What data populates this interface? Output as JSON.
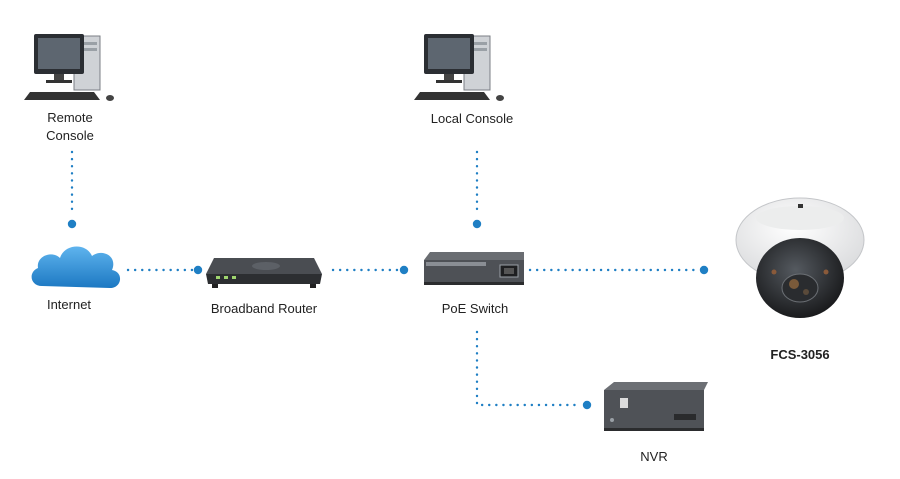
{
  "diagram": {
    "nodes": {
      "remote_console": {
        "line1": "Remote",
        "line2": "Console"
      },
      "local_console": {
        "label": "Local Console"
      },
      "internet": {
        "label": "Internet"
      },
      "router": {
        "label": "Broadband Router"
      },
      "poe_switch": {
        "label": "PoE Switch"
      },
      "camera": {
        "label": "FCS-3056"
      },
      "nvr": {
        "label": "NVR"
      }
    },
    "colors": {
      "link": "#1f7fc4",
      "cloud": "#2f8fd6",
      "device_dark": "#3a3a3a",
      "device_light": "#dcdcdc"
    },
    "icons": [
      "computer-icon",
      "cloud-icon",
      "router-icon",
      "switch-icon",
      "dome-camera-icon",
      "nvr-icon"
    ]
  }
}
